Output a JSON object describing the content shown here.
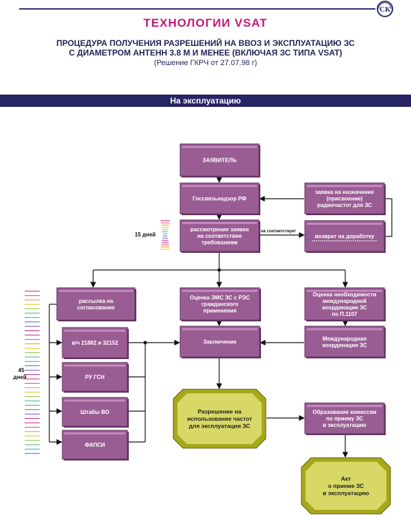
{
  "header": {
    "title": "ТЕХНОЛОГИИ VSAT",
    "subtitle_line1": "ПРОЦЕДУРА ПОЛУЧЕНИЯ РАЗРЕШЕНИЙ НА ВВОЗ И ЭКСПЛУАТАЦИЮ ЗС",
    "subtitle_line2": "С ДИАМЕТРОМ АНТЕНН 3.8 М И МЕНЕЕ (ВКЛЮЧАЯ ЗС ТИПА VSAT)",
    "decision": "(Решение ГКРЧ от 27.07.98 г)",
    "logo_text": "СК"
  },
  "section_title": "На эксплуатацию",
  "boxes": {
    "applicant": [
      "ЗАЯВИТЕЛЬ"
    ],
    "gossvyaz": [
      "Госсвязьнадзор РФ"
    ],
    "review": [
      "рассмотрение заявки",
      "на соответствие",
      "требованиям"
    ],
    "request": [
      "заявка на назначение",
      "(присвоение)",
      "радиочастот для ЗС"
    ],
    "return": [
      "возврат на доработку"
    ],
    "mailing": [
      "рассылка на",
      "согласование"
    ],
    "ems": [
      "Оценка ЭМС ЗС с РЭС",
      "гражданского",
      "применения"
    ],
    "intl_need": [
      "Оценка необходимости",
      "международной",
      "координации ЗС",
      "по П.1107"
    ],
    "units": [
      "в/ч 21882 и 32152"
    ],
    "conclusion": [
      "Заключение"
    ],
    "intl_coord": [
      "Международная",
      "координация ЗС"
    ],
    "ru_gsn": [
      "РУ ГСН"
    ],
    "shtaby": [
      "Штабы ВО"
    ],
    "fapsi": [
      "ФАПСИ"
    ],
    "permission": [
      "Разрешение на",
      "использование частот",
      "для эксплуатации ЗС"
    ],
    "commission": [
      "Образование комиссии",
      "по приему ЗС",
      "в эксплуатацию"
    ],
    "act": [
      "Акт",
      "о приеме ЗС",
      "в эксплуатацию"
    ]
  },
  "labels": {
    "mismatch": "не соответствует",
    "days15": "15 дней",
    "days45_a": "45",
    "days45_b": "дней"
  },
  "colors": {
    "box": "#9a5d93",
    "terminal": "#a6a81c",
    "title": "#c2187b",
    "band": "#272565"
  }
}
